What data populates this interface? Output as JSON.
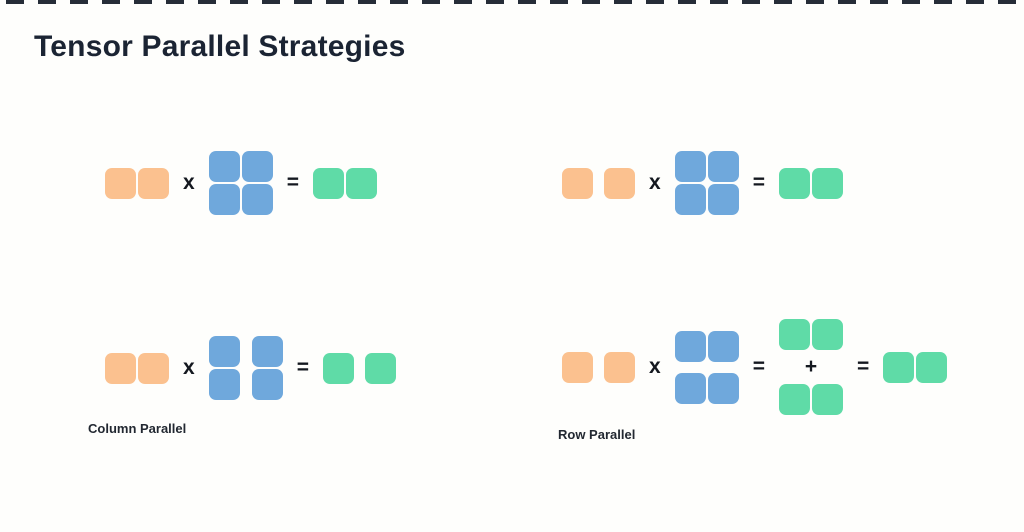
{
  "title": "Tensor Parallel Strategies",
  "labels": {
    "column_parallel": "Column Parallel",
    "row_parallel": "Row Parallel"
  },
  "operators": {
    "multiply": "x",
    "equals": "=",
    "plus": "+"
  },
  "colors": {
    "background": "#FEFEFC",
    "title_text": "#1B2433",
    "label_text": "#222831",
    "operator_text": "#14181F",
    "dashed_border": "#262D38",
    "input_block": "#FBC18F",
    "weight_block": "#6FA8DC",
    "output_block": "#5FDBA7"
  },
  "figures": {
    "baseline_left": {
      "input": {
        "rows": 1,
        "cols": 2,
        "color": "input"
      },
      "weight": {
        "rows": 2,
        "cols": 2,
        "color": "weight"
      },
      "output": {
        "rows": 1,
        "cols": 2,
        "color": "output"
      }
    },
    "baseline_right": {
      "input": {
        "rows": 1,
        "cols": 2,
        "color": "input"
      },
      "weight": {
        "rows": 2,
        "cols": 2,
        "color": "weight"
      },
      "output": {
        "rows": 1,
        "cols": 2,
        "color": "output"
      }
    },
    "column_parallel": {
      "input": {
        "rows": 1,
        "cols": 2,
        "color": "input"
      },
      "weight": {
        "rows": 2,
        "cols": 2,
        "color": "weight"
      },
      "output": {
        "rows": 1,
        "cols": 2,
        "color": "output"
      }
    },
    "row_parallel": {
      "input": {
        "rows": 1,
        "cols": 2,
        "color": "input"
      },
      "weight": {
        "rows": 2,
        "cols": 2,
        "color": "weight"
      },
      "partial1": {
        "rows": 1,
        "cols": 2,
        "color": "output"
      },
      "partial2": {
        "rows": 1,
        "cols": 2,
        "color": "output"
      },
      "output": {
        "rows": 1,
        "cols": 2,
        "color": "output"
      }
    }
  }
}
